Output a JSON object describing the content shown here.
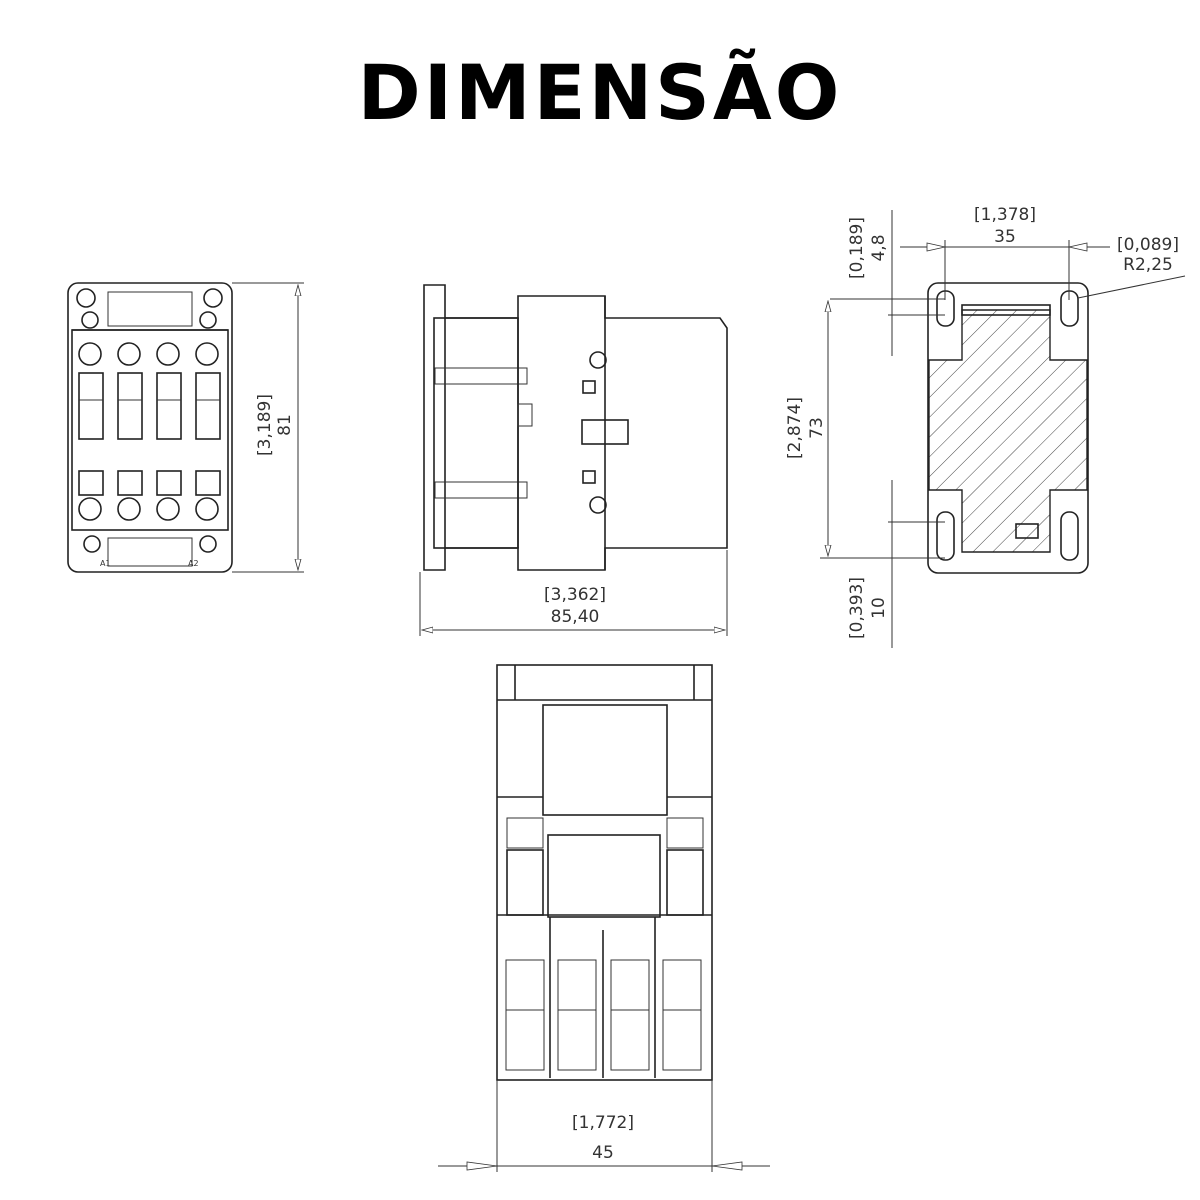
{
  "title": "DIMENSÃO",
  "front_view": {
    "height_in": "[3,189]",
    "height_mm": "81",
    "terminal_labels": [
      "A1",
      "A2"
    ]
  },
  "side_view": {
    "depth_in": "[3,362]",
    "depth_mm": "85,40"
  },
  "back_view": {
    "width_in": "[1,378]",
    "width_mm": "35",
    "top_offset_in": "[0,189]",
    "top_offset_mm": "4,8",
    "radius_in": "[0,089]",
    "radius_mm": "R2,25",
    "height_in": "[2,874]",
    "height_mm": "73",
    "bottom_offset_in": "[0,393]",
    "bottom_offset_mm": "10"
  },
  "bottom_view": {
    "width_in": "[1,772]",
    "width_mm": "45"
  },
  "colors": {
    "line": "#222222",
    "background": "#ffffff"
  }
}
